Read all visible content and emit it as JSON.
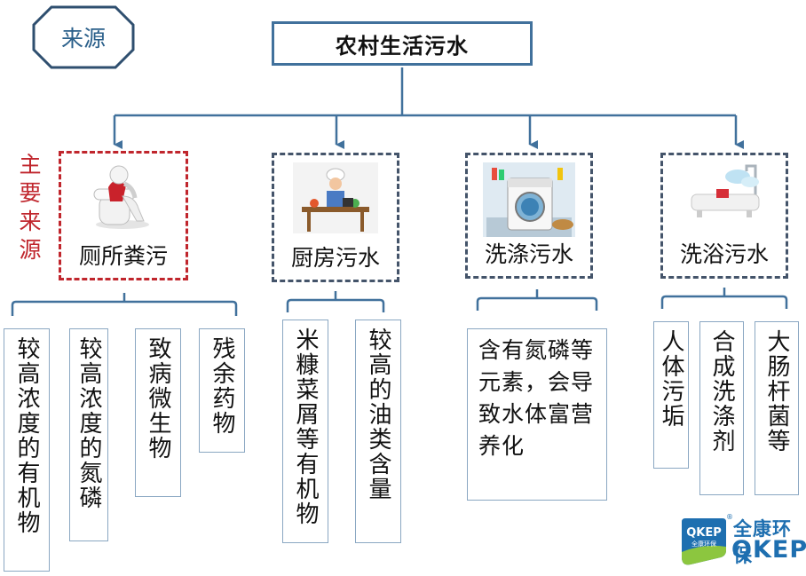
{
  "source_tag": "来源",
  "root": "农村生活污水",
  "main_source_label": "主要来源",
  "categories": [
    {
      "label": "厕所粪污",
      "icon": "toilet-person-icon",
      "primary": true,
      "items": [
        "较高浓度的有机物",
        "较高浓度的氮磷",
        "致病微生物",
        "残余药物"
      ]
    },
    {
      "label": "厨房污水",
      "icon": "chef-cooking-icon",
      "primary": false,
      "items": [
        "米糠菜屑等有机物",
        "较高的油类含量"
      ]
    },
    {
      "label": "洗涤污水",
      "icon": "washing-machine-icon",
      "primary": false,
      "items": [
        "含有氮磷等元素，会导致水体富营养化"
      ]
    },
    {
      "label": "洗浴污水",
      "icon": "bathtub-icon",
      "primary": false,
      "items": [
        "人体污垢",
        "合成洗涤剂",
        "大肠杆菌等"
      ]
    }
  ],
  "logo": {
    "badge_top": "QKEP",
    "badge_bottom": "全康环保",
    "name_cn": "全康环保",
    "name_en": "QKEP",
    "registered": "®"
  },
  "colors": {
    "connector": "#41719c",
    "primary_border": "#c0262d",
    "dashed_border": "#44546a",
    "leaf_border": "#8aa7c2",
    "brand": "#1e6fb0"
  }
}
